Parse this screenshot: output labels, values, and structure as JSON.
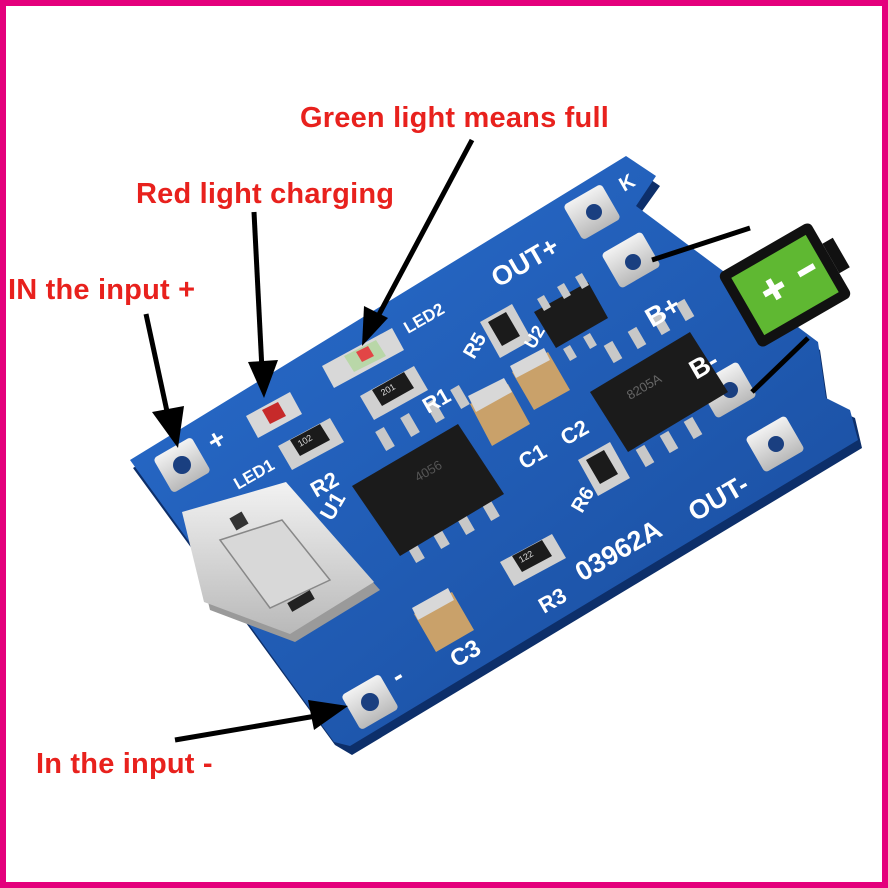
{
  "annotations": {
    "green_light": "Green light means full",
    "red_light": "Red light charging",
    "input_plus": "IN the input +",
    "input_minus": "In the input -"
  },
  "board": {
    "silk_out_plus": "OUT+",
    "silk_out_minus": "OUT-",
    "silk_b_plus": "B+",
    "silk_b_minus": "B-",
    "silk_led1": "LED1",
    "silk_led2": "LED2",
    "silk_r1": "R1",
    "silk_r2": "R2",
    "silk_r3": "R3",
    "silk_r5": "R5",
    "silk_r6": "R6",
    "silk_c1": "C1",
    "silk_c2": "C2",
    "silk_c3": "C3",
    "silk_u1": "U1",
    "silk_u2": "U2",
    "silk_board_id": "03962A",
    "silk_plus": "+",
    "silk_minus": "-",
    "silk_k": "K",
    "res_r1_code": "201",
    "res_r2_code": "102",
    "res_r3_code": "122",
    "chip_u2_mark": "8205A",
    "chip_u1_mark": "4056"
  },
  "colors": {
    "frame": "#e4007c",
    "label_red": "#e8211d",
    "pcb_blue": "#1f5fc0",
    "battery_green": "#5fb832"
  }
}
